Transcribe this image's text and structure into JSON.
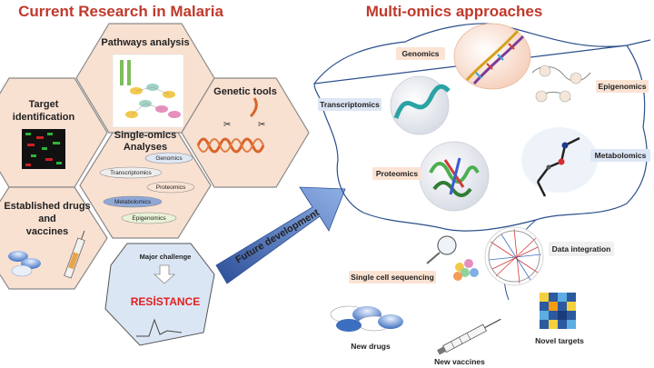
{
  "titles": {
    "left": "Current Research in Malaria",
    "right": "Multi-omics approaches"
  },
  "hexagons": {
    "pathways": "Pathways analysis",
    "target_line1": "Target",
    "target_line2": "identification",
    "genetic": "Genetic tools",
    "single_line1": "Single-omics",
    "single_line2": "Analyses",
    "drugs_line1": "Established drugs",
    "drugs_line2": "and",
    "drugs_line3": "vaccines"
  },
  "single_omics_items": [
    "Genomics",
    "Transcriptomics",
    "Proteomics",
    "Metabolomics",
    "Epigenomics"
  ],
  "challenge": {
    "label": "Major challenge",
    "word": "RESİSTANCE"
  },
  "arrow_label": "Future development",
  "multiomics": {
    "genomics": "Genomics",
    "transcriptomics": "Transcriptomics",
    "epigenomics": "Epigenomics",
    "proteomics": "Proteomics",
    "metabolomics": "Metabolomics"
  },
  "outputs": {
    "data_integration": "Data integration",
    "single_cell": "Single cell sequencing",
    "new_drugs": "New drugs",
    "new_vaccines": "New vaccines",
    "novel_targets": "Novel targets"
  },
  "colors": {
    "title_red": "#c0392b",
    "hex_fill": "#f9e1d2",
    "hex_stroke": "#8a8a8a",
    "arrow_blue": "#5b7fc4",
    "resistance_red": "#e02020"
  }
}
